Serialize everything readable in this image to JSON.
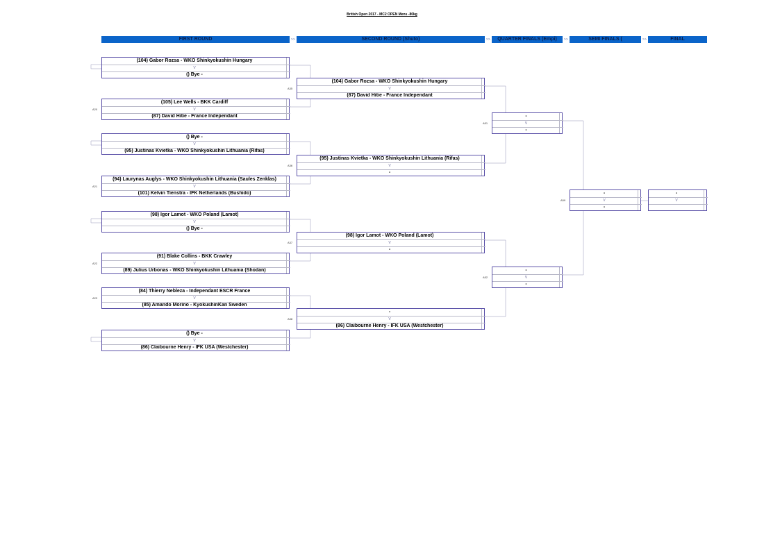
{
  "title": "British Open 2017 - MC2 OPEN Mens -80kg",
  "headers": {
    "first_round": "FIRST ROUND",
    "second_round": "SECOND ROUND (Shuto)",
    "quarter_finals": "QUARTER FINALS (Empi)",
    "semi_finals": "SEMI FINALS (",
    "final": "FINAL",
    "arrow": ">>"
  },
  "vs": "V",
  "first_round": [
    {
      "label": "",
      "top": "(104) Gabor Rozsa - WKO Shinkyokushin Hungary",
      "bottom": "() Bye -"
    },
    {
      "label": "A20",
      "top": "(105) Lee Wells - BKK Cardiff",
      "bottom": "(87) David Hitie - France Independant"
    },
    {
      "label": "",
      "top": "() Bye -",
      "bottom": "(95) Justinas Kvietka - WKO Shinkyokushin Lithuania (Rifas)"
    },
    {
      "label": "A21",
      "top": "(94) Laurynas Auglys - WKO Shinkyokushin Lithuania (Saules Zenklas)",
      "bottom": "(101) Kelvin Tienstra - IFK Netherlands (Bushido)"
    },
    {
      "label": "",
      "top": "(98) Igor Lamot - WKO Poland (Lamot)",
      "bottom": "() Bye -"
    },
    {
      "label": "A22",
      "top": "(91) Blake Collins - BKK Crawley",
      "bottom": "(89) Julius Urbonas - WKO Shinkyokushin Lithuania (Shodan)"
    },
    {
      "label": "A23",
      "top": "(84) Thierry Nebleza - Independant ESCR France",
      "bottom": "(85) Amando Morino - KyokushinKan Sweden"
    },
    {
      "label": "",
      "top": "() Bye -",
      "bottom": "(86) Claibourne Henry - IFK USA (Westchester)"
    }
  ],
  "second_round": [
    {
      "label": "A35",
      "top": "(104) Gabor Rozsa - WKO Shinkyokushin Hungary",
      "bottom": "(87) David Hitie - France Independant"
    },
    {
      "label": "A36",
      "top": "(95) Justinas Kvietka - WKO Shinkyokushin Lithuania (Rifas)",
      "bottom": "-"
    },
    {
      "label": "A37",
      "top": "(98) Igor Lamot - WKO Poland (Lamot)",
      "bottom": "-"
    },
    {
      "label": "A38",
      "top": "-",
      "bottom": "(86) Claibourne Henry - IFK USA (Westchester)"
    }
  ],
  "quarter_finals": [
    {
      "label": "A51",
      "top": "-",
      "bottom": "-"
    },
    {
      "label": "A52",
      "top": "-",
      "bottom": "-"
    }
  ],
  "semi_finals": [
    {
      "label": "A59",
      "top": "-",
      "bottom": "-"
    }
  ],
  "final": [
    {
      "label": "",
      "top": "-",
      "bottom": ""
    }
  ]
}
